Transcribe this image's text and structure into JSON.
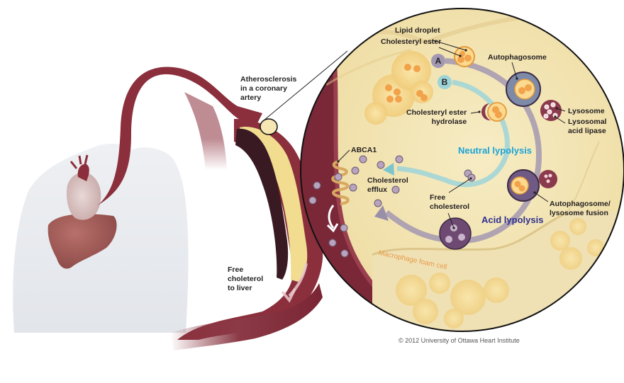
{
  "title": "Cholesterol efflux from macrophage foam cells in atherosclerosis",
  "colors": {
    "artery": "#8b2f3c",
    "artery_dark": "#5e1f2a",
    "plaque": "#f1dc8f",
    "cell": "#f3e6b5",
    "neutral_pathway": "#1aa3d6",
    "acid_pathway": "#2e2f8f",
    "pathway_a_arc": "#9a8fa8",
    "pathway_b_arc": "#8fd0d6",
    "lipid": "#f2a24a",
    "lysosome": "#8b3a4c",
    "autophagosome": "#7d8aa8",
    "free_cholesterol": "#b8a3bf",
    "foam_label": "#e89a4a"
  },
  "labels": {
    "atherosclerosis": [
      "Atherosclerosis",
      "in a coronary",
      "artery"
    ],
    "free_cholesterol_to_liver": [
      "Free",
      "choleterol",
      "to liver"
    ],
    "lipid_droplet": "Lipid droplet",
    "cholesteryl_ester": "Cholesteryl ester",
    "autophagosome": "Autophagosome",
    "lysosome": "Lysosome",
    "lysosomal_acid_lipase": [
      "Lysosomal",
      "acid lipase"
    ],
    "cholesteryl_ester_hydrolase": [
      "Cholesteryl ester",
      "hydrolase"
    ],
    "neutral_lypolysis": "Neutral lypolysis",
    "acid_lypolysis": "Acid lypolysis",
    "abca1": "ABCA1",
    "cholesterol_efflux": [
      "Cholesterol",
      "efflux"
    ],
    "free_cholesterol": [
      "Free",
      "cholesterol"
    ],
    "autophagosome_lysosome_fusion": [
      "Autophagosome/",
      "lysosome fusion"
    ],
    "macrophage_foam_cell": "Macrophage foam cell",
    "pathway_a": "A",
    "pathway_b": "B"
  },
  "copyright": "© 2012 University of Ottawa Heart Institute"
}
